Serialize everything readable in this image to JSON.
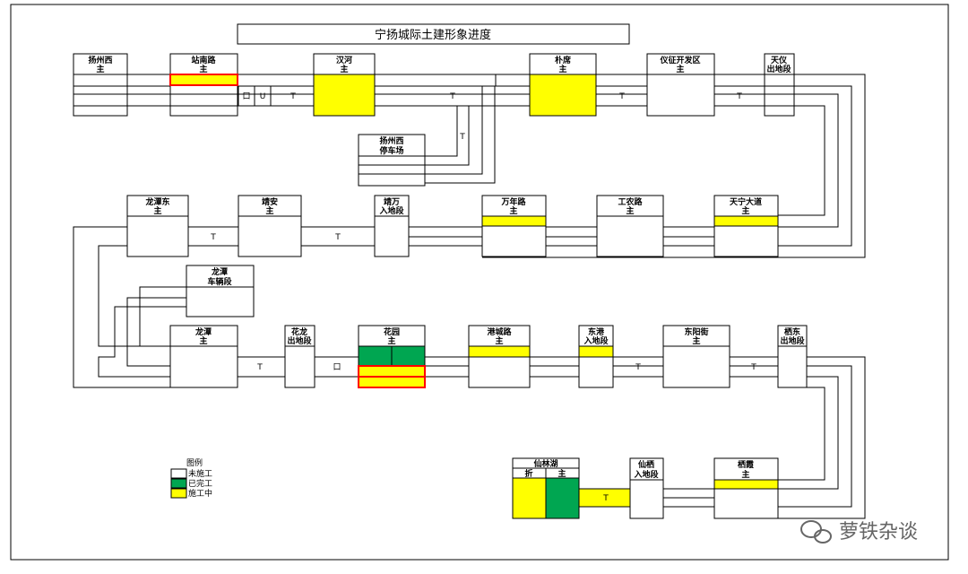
{
  "title": "宁扬城际土建形象进度",
  "colors": {
    "done": "#00a651",
    "in_progress": "#ffff00",
    "not_started": "#ffffff",
    "highlight": "#ff0000",
    "line": "#000000"
  },
  "stations": [
    {
      "id": "yangzhouxi",
      "name": "扬州西",
      "sub": "主",
      "status": "not_started"
    },
    {
      "id": "zhannanlu",
      "name": "站南路",
      "sub": "主",
      "status": "in_progress",
      "highlight": true
    },
    {
      "id": "hanhe",
      "name": "汉河",
      "sub": "主",
      "status": "in_progress"
    },
    {
      "id": "puxi",
      "name": "朴席",
      "sub": "主",
      "status": "in_progress"
    },
    {
      "id": "yizhengkaifaqu",
      "name": "仪征开发区",
      "sub": "主",
      "status": "not_started"
    },
    {
      "id": "tianyi",
      "name": "天仪",
      "sub": "出地段",
      "status": "not_started"
    },
    {
      "id": "yangzhouxi_depot",
      "name": "扬州西",
      "sub": "停车场",
      "status": "not_started"
    },
    {
      "id": "longtandong",
      "name": "龙潭东",
      "sub": "主",
      "status": "not_started"
    },
    {
      "id": "jingan",
      "name": "靖安",
      "sub": "主",
      "status": "not_started"
    },
    {
      "id": "jingwan",
      "name": "靖万",
      "sub": "入地段",
      "status": "not_started"
    },
    {
      "id": "wannianlu",
      "name": "万年路",
      "sub": "主",
      "status": "in_progress"
    },
    {
      "id": "gongnonglu",
      "name": "工农路",
      "sub": "主",
      "status": "not_started"
    },
    {
      "id": "tianningdadao",
      "name": "天宁大道",
      "sub": "主",
      "status": "in_progress"
    },
    {
      "id": "longtan_depot",
      "name": "龙潭",
      "sub": "车辆段",
      "status": "not_started"
    },
    {
      "id": "longtan",
      "name": "龙潭",
      "sub": "主",
      "status": "not_started"
    },
    {
      "id": "hualong",
      "name": "花龙",
      "sub": "出地段",
      "status": "not_started"
    },
    {
      "id": "huayuan",
      "name": "花园",
      "sub": "主",
      "status": "done_and_in_progress",
      "highlight": true
    },
    {
      "id": "gangchenglu",
      "name": "港城路",
      "sub": "主",
      "status": "in_progress"
    },
    {
      "id": "donggang",
      "name": "东港",
      "sub": "入地段",
      "status": "in_progress"
    },
    {
      "id": "dongyangjie",
      "name": "东阳街",
      "sub": "主",
      "status": "not_started"
    },
    {
      "id": "qidong",
      "name": "栖东",
      "sub": "出地段",
      "status": "not_started"
    },
    {
      "id": "xianlinhu",
      "name": "仙林湖",
      "sub_left": "折",
      "sub_right": "主",
      "status": "done_and_in_progress"
    },
    {
      "id": "xianqi",
      "name": "仙栖",
      "sub": "入地段",
      "status": "not_started"
    },
    {
      "id": "qixia",
      "name": "栖霞",
      "sub": "主",
      "status": "in_progress"
    }
  ],
  "section_marks": {
    "tunnel": "T",
    "viaduct": "口",
    "u_groove": "U"
  },
  "legend": {
    "title": "图例",
    "items": [
      {
        "label": "未施工",
        "status": "not_started"
      },
      {
        "label": "已完工",
        "status": "done"
      },
      {
        "label": "施工中",
        "status": "in_progress"
      }
    ]
  },
  "watermark": {
    "text": "萝铁杂谈",
    "icon": "wechat-icon"
  }
}
